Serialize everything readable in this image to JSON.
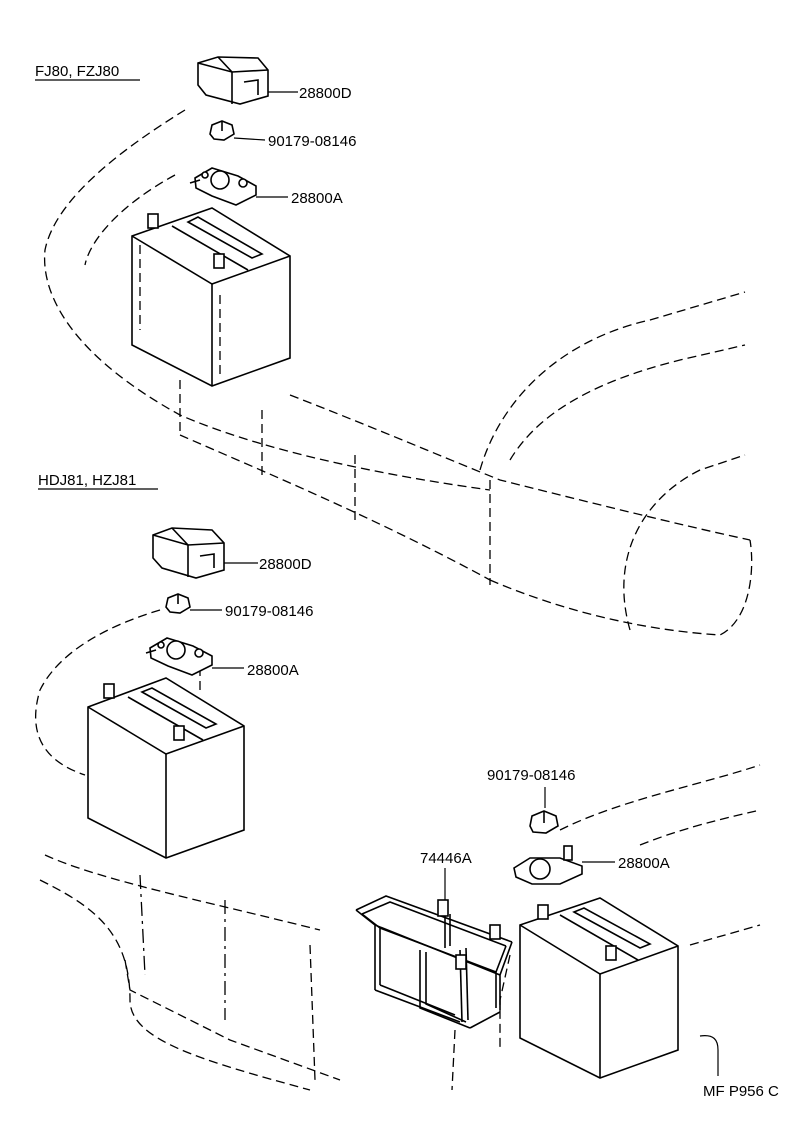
{
  "sections": [
    {
      "title": "FJ80, FZJ80"
    },
    {
      "title": "HDJ81, HZJ81"
    }
  ],
  "parts": {
    "cover_top": "28800D",
    "nut_top": "90179-08146",
    "terminal_top": "28800A",
    "cover_mid": "28800D",
    "nut_mid": "90179-08146",
    "terminal_mid": "28800A",
    "nut_sub": "90179-08146",
    "carrier_sub": "74446A",
    "terminal_sub": "28800A"
  },
  "figure_code": "MF P956 C"
}
